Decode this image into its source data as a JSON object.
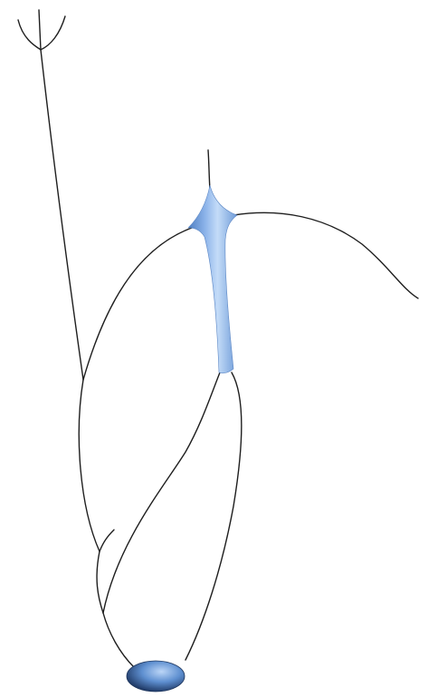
{
  "scene": {
    "background": "#ffffff",
    "line_color": "#1e1e1e",
    "surface_colors": {
      "light": "#bcd6f7",
      "mid": "#8db4ea",
      "dark": "#4f7fc2",
      "shadow": "#1f3b66"
    },
    "objects": [
      "branching-curve-skeleton",
      "blue-tube-surface",
      "blue-cell-body"
    ]
  }
}
